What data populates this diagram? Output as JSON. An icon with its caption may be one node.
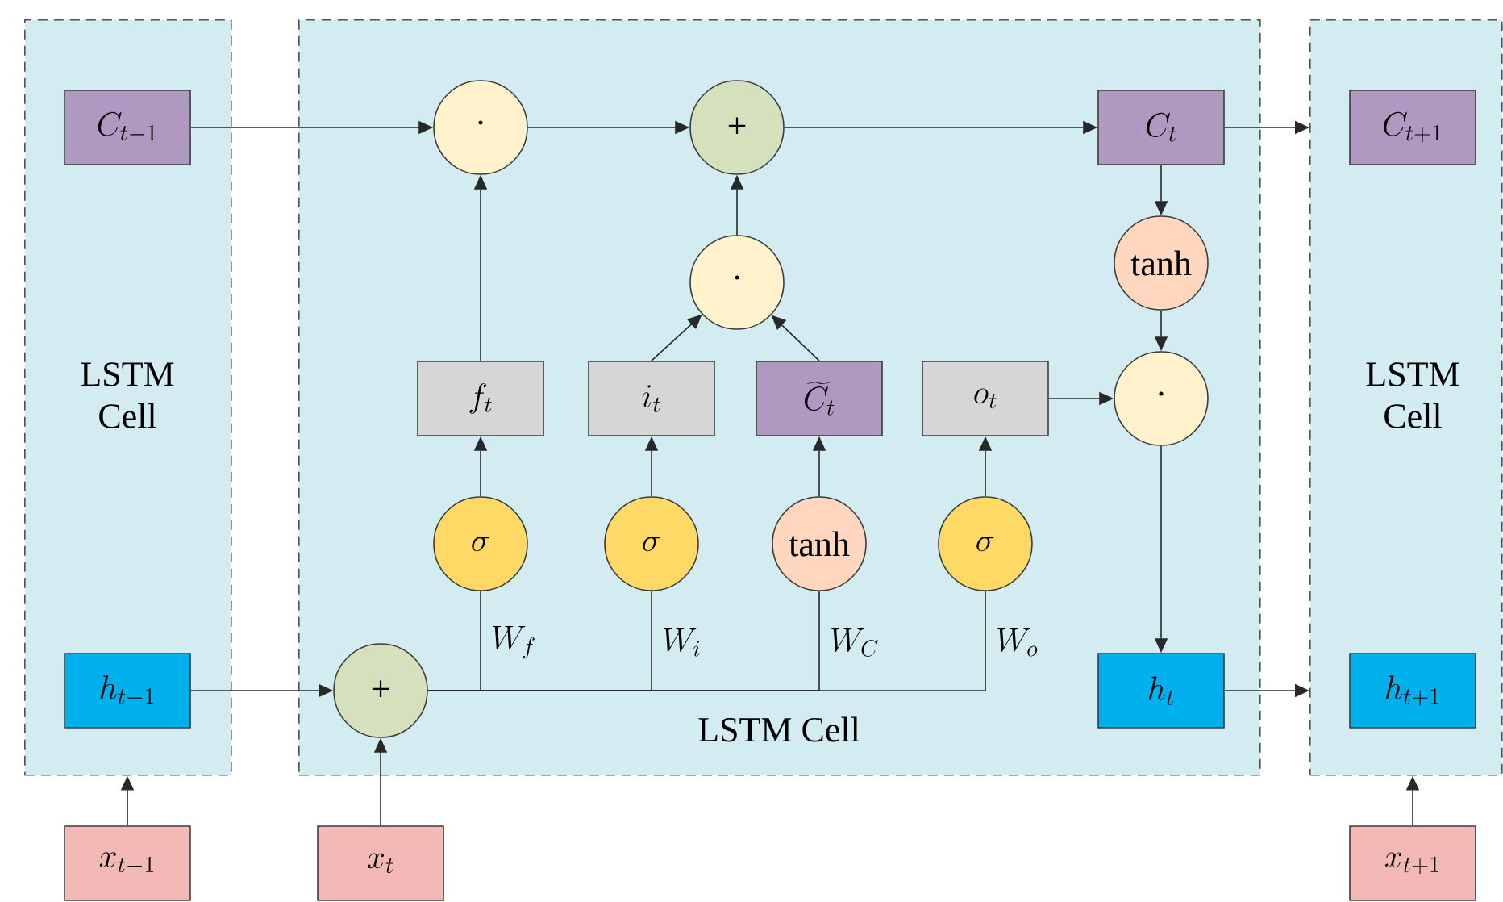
{
  "diagram": {
    "nodes": [
      {
        "text": [
          "LSTM Cell"
        ]
      },
      {
        "text": [
          "C_{t-1}"
        ],
        "in": 0
      },
      {
        "text": [
          "h_{t-1}"
        ],
        "in": 0
      },
      {
        "text": [
          "LSTM Cell"
        ]
      },
      {
        "text": [
          "·"
        ],
        "in": 3
      },
      {
        "text": [
          "+"
        ],
        "in": 3
      },
      {
        "text": [
          "C_t"
        ],
        "in": 3
      },
      {
        "text": [
          "·"
        ],
        "in": 3
      },
      {
        "text": [
          "tanh"
        ],
        "in": 3
      },
      {
        "text": [
          "f_t"
        ],
        "in": 3
      },
      {
        "text": [
          "i_t"
        ],
        "in": 3
      },
      {
        "text": [
          "\\widetilde{C}_t"
        ],
        "in": 3
      },
      {
        "text": [
          "o_t"
        ],
        "in": 3
      },
      {
        "text": [
          "·"
        ],
        "in": 3
      },
      {
        "text": [
          "\\sigma"
        ],
        "in": 3
      },
      {
        "text": [
          "\\sigma"
        ],
        "in": 3
      },
      {
        "text": [
          "tanh"
        ],
        "in": 3
      },
      {
        "text": [
          "\\sigma"
        ],
        "in": 3
      },
      {
        "text": [
          "+"
        ],
        "in": 3
      },
      {
        "text": [
          "h_t"
        ],
        "in": 3
      },
      {
        "text": [
          "LSTM Cell"
        ]
      },
      {
        "text": [
          "C_{t+1}"
        ],
        "in": 20
      },
      {
        "text": [
          "h_{t+1}"
        ],
        "in": 20
      },
      {
        "text": [
          "x_{t-1}"
        ]
      },
      {
        "text": [
          "x_t"
        ]
      },
      {
        "text": [
          "x_{t+1}"
        ]
      }
    ],
    "edges": [
      {
        "from": 1,
        "to": 4,
        "arrow": "to"
      },
      {
        "from": 4,
        "to": 5,
        "arrow": "to"
      },
      {
        "from": 5,
        "to": 6,
        "arrow": "to"
      },
      {
        "from": 6,
        "to": 20,
        "arrow": "to"
      },
      {
        "from": 9,
        "to": 4,
        "arrow": "to"
      },
      {
        "from": 10,
        "to": 7,
        "arrow": "to"
      },
      {
        "from": 11,
        "to": 7,
        "arrow": "to"
      },
      {
        "from": 7,
        "to": 5,
        "arrow": "to"
      },
      {
        "from": 6,
        "to": 8,
        "arrow": "to"
      },
      {
        "from": 8,
        "to": 13,
        "arrow": "to"
      },
      {
        "from": 12,
        "to": 13,
        "arrow": "to"
      },
      {
        "from": 13,
        "to": 19,
        "arrow": "to"
      },
      {
        "from": 19,
        "to": 20,
        "arrow": "to"
      },
      {
        "from": 14,
        "to": 9,
        "arrow": "to"
      },
      {
        "from": 15,
        "to": 10,
        "arrow": "to"
      },
      {
        "from": 16,
        "to": 11,
        "arrow": "to"
      },
      {
        "from": 17,
        "to": 12,
        "arrow": "to"
      },
      {
        "from": 18,
        "to": 14,
        "arrow": "none",
        "label": "W_f"
      },
      {
        "from": 18,
        "to": 15,
        "arrow": "none",
        "label": "W_i"
      },
      {
        "from": 18,
        "to": 16,
        "arrow": "none",
        "label": "W_C"
      },
      {
        "from": 18,
        "to": 17,
        "arrow": "none",
        "label": "W_o"
      },
      {
        "from": 2,
        "to": 18,
        "arrow": "to"
      },
      {
        "from": 24,
        "to": 18,
        "arrow": "to"
      },
      {
        "from": 23,
        "to": 0,
        "arrow": "to"
      },
      {
        "from": 25,
        "to": 20,
        "arrow": "to"
      }
    ]
  }
}
